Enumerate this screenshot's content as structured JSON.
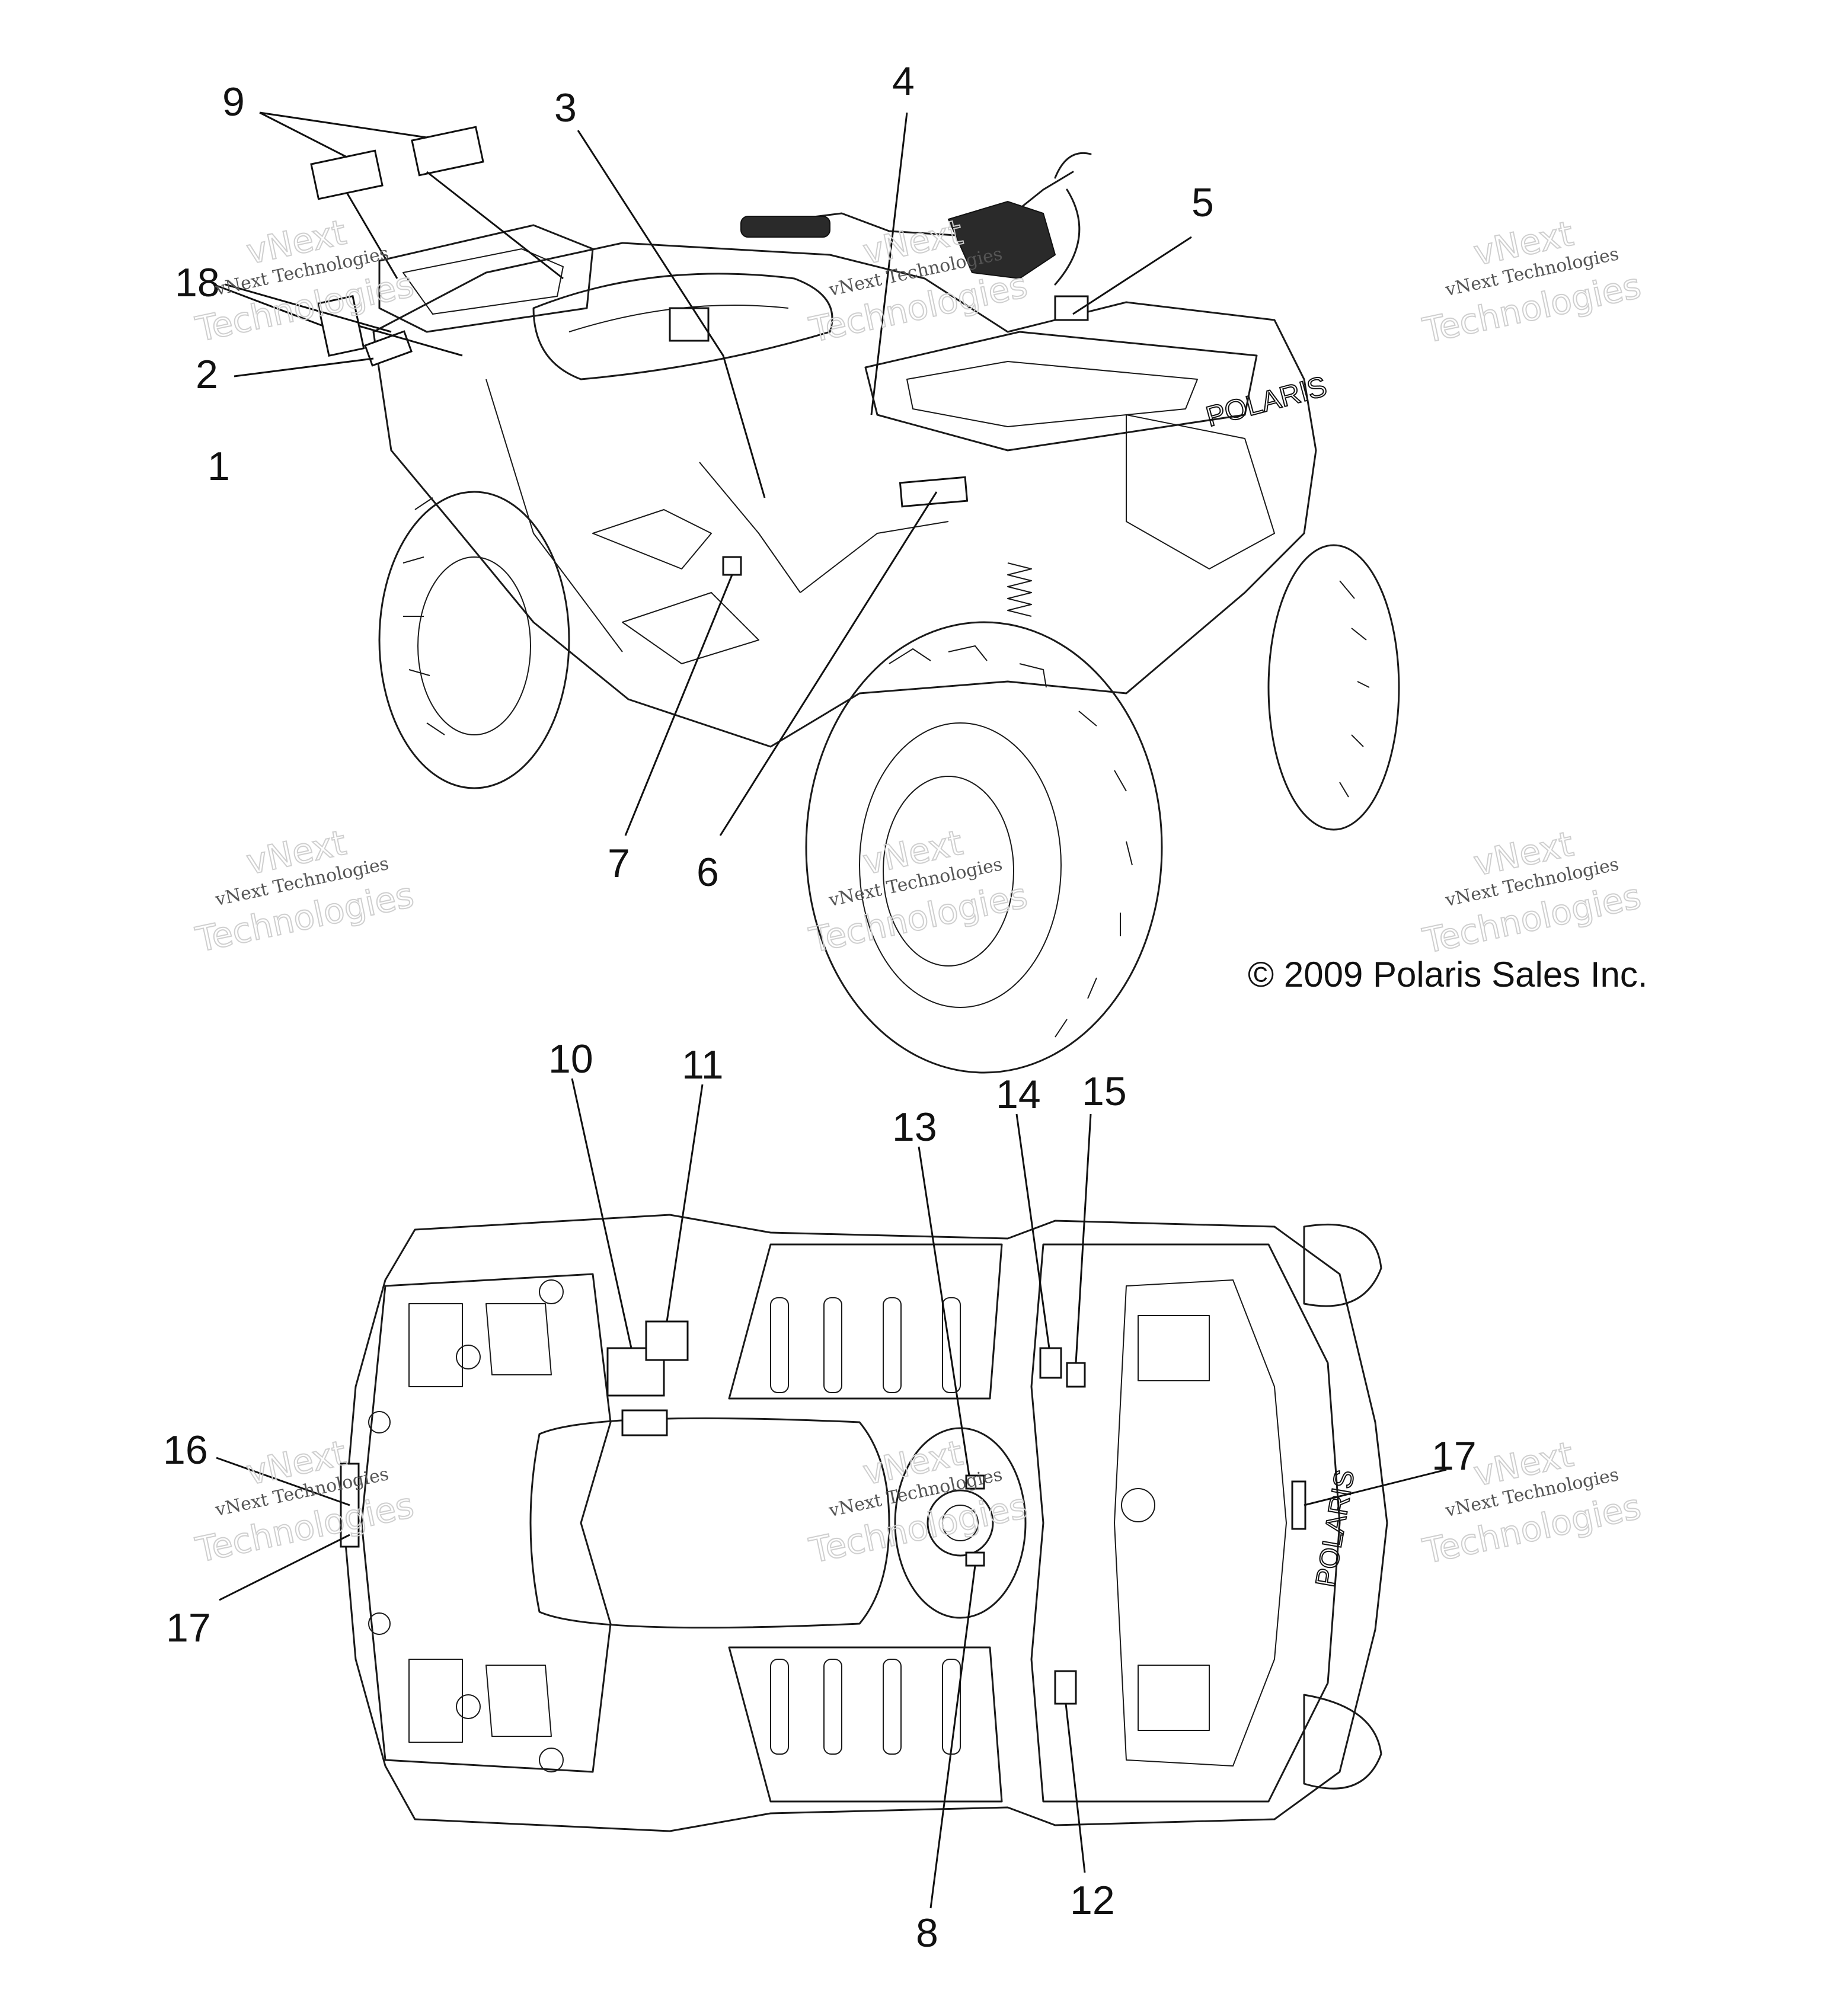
{
  "callouts": {
    "c1": "1",
    "c2": "2",
    "c3": "3",
    "c4": "4",
    "c5": "5",
    "c6": "6",
    "c7": "7",
    "c8": "8",
    "c9": "9",
    "c10": "10",
    "c11": "11",
    "c12": "12",
    "c13": "13",
    "c14": "14",
    "c15": "15",
    "c16": "16",
    "c17a": "17",
    "c17b": "17",
    "c18": "18"
  },
  "copyright": "© 2009 Polaris Sales Inc.",
  "watermark": {
    "line1": "vNext",
    "line2": "vNext Technologies",
    "line3": "Technologies"
  }
}
